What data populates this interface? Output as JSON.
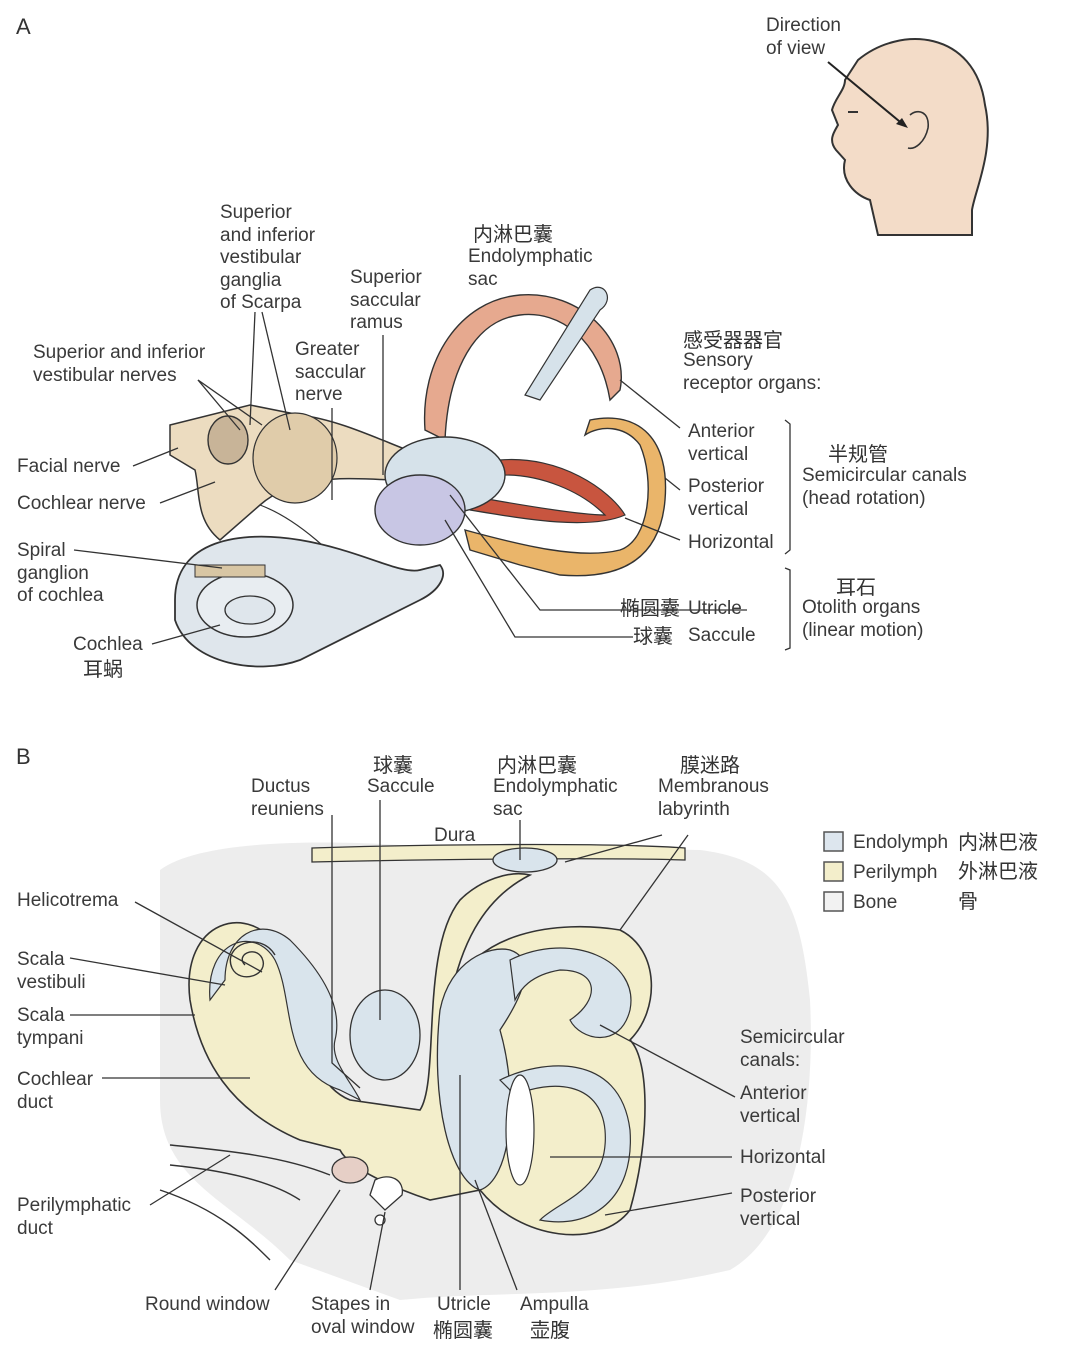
{
  "panels": {
    "a": {
      "letter": "A",
      "direction_of_view": "Direction\nof view",
      "labels": {
        "ganglia_scarpa": "Superior\nand inferior\nvestibular\nganglia\nof Scarpa",
        "superior_saccular_ramus": "Superior\nsaccular\nramus",
        "greater_saccular_nerve": "Greater\nsaccular\nnerve",
        "vestibular_nerves": "Superior and inferior\nvestibular nerves",
        "facial_nerve": "Facial nerve",
        "cochlear_nerve": "Cochlear nerve",
        "spiral_ganglion": "Spiral\nganglion\nof cochlea",
        "cochlea": "Cochlea",
        "cochlea_cn": "耳蜗",
        "endolymphatic_sac_cn": "内淋巴囊",
        "endolymphatic_sac": "Endolymphatic\nsac",
        "sensory_cn": "感受器器官",
        "sensory": "Sensory\nreceptor organs:",
        "anterior_vertical": "Anterior\nvertical",
        "posterior_vertical": "Posterior\nvertical",
        "horizontal": "Horizontal",
        "semicircular_cn": "半规管",
        "semicircular": "Semicircular canals\n(head rotation)",
        "utricle_cn": "椭圆囊",
        "utricle": "Utricle",
        "saccule_cn": "球囊",
        "saccule": "Saccule",
        "otolith_cn": "耳石",
        "otolith": "Otolith organs\n(linear motion)"
      }
    },
    "b": {
      "letter": "B",
      "labels": {
        "ductus_reuniens": "Ductus\nreuniens",
        "saccule_cn": "球囊",
        "saccule": "Saccule",
        "endolymphatic_sac_cn": "内淋巴囊",
        "endolymphatic_sac": "Endolymphatic\nsac",
        "membranous_cn": "膜迷路",
        "membranous": "Membranous\nlabyrinth",
        "dura": "Dura",
        "helicotrema": "Helicotrema",
        "scala_vestibuli": "Scala\nvestibuli",
        "scala_tympani": "Scala\ntympani",
        "cochlear_duct": "Cochlear\nduct",
        "perilymphatic_duct": "Perilymphatic\nduct",
        "round_window": "Round window",
        "stapes": "Stapes in\noval window",
        "utricle": "Utricle",
        "utricle_cn": "椭圆囊",
        "ampulla": "Ampulla",
        "ampulla_cn": "壶腹",
        "semicircular": "Semicircular\ncanals:",
        "anterior_vertical": "Anterior\nvertical",
        "horizontal": "Horizontal",
        "posterior_vertical": "Posterior\nvertical"
      },
      "legend": [
        {
          "label": "Endolymph",
          "cn": "内淋巴液",
          "color": "#dde6ee"
        },
        {
          "label": "Perilymph",
          "cn": "外淋巴液",
          "color": "#f3eecb"
        },
        {
          "label": "Bone",
          "cn": "骨",
          "color": "#f2f2f2"
        }
      ]
    }
  },
  "colors": {
    "endolymph": "#d9e4ec",
    "perilymph": "#f3eecb",
    "bone": "#ececec",
    "skin": "#f3dcc8",
    "nerve": "#ecdcc0",
    "anterior_canal": "#e6a98f",
    "posterior_canal": "#eab56a",
    "horizontal_canal": "#c8553f",
    "saccule_purple": "#c8c6e4"
  }
}
